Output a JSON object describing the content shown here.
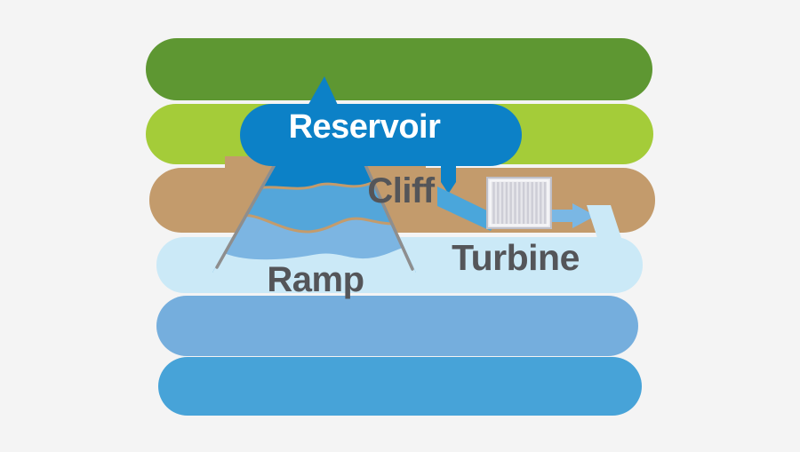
{
  "labels": {
    "reservoir": "Reservoir",
    "cliff": "Cliff",
    "ramp": "Ramp",
    "turbine": "Turbine"
  },
  "strata": [
    {
      "name": "grass-dark",
      "description": "top dark green land band"
    },
    {
      "name": "grass-light",
      "description": "light green land band"
    },
    {
      "name": "soil",
      "description": "tan soil / cliff band"
    },
    {
      "name": "water-pale",
      "description": "pale blue shallow water band"
    },
    {
      "name": "water-mid",
      "description": "medium blue water band"
    },
    {
      "name": "water-deep",
      "description": "strong blue deep water band"
    }
  ],
  "colors": {
    "background": "#f4f4f4",
    "grass_dark": "#5e9732",
    "grass_light": "#a4cc39",
    "soil": "#c39b6c",
    "water_pale": "#cbe9f7",
    "water_mid": "#75aedd",
    "water_deep": "#47a3d8",
    "reservoir_blue": "#0c81c7",
    "ramp_mid_blue": "#54a6da",
    "ramp_light_blue": "#7cb5e2",
    "pipe_blue": "#4aa6db",
    "outflow_blue": "#7ab7e4",
    "line_gray": "#8e8e8e",
    "label_gray": "#545559",
    "label_white": "#ffffff",
    "turbine_fill": "#e6e6eb",
    "turbine_frame": "#bfbfc7",
    "turbine_highlight": "#f8f8fa",
    "turbine_stripe": "#cdcdd6"
  }
}
